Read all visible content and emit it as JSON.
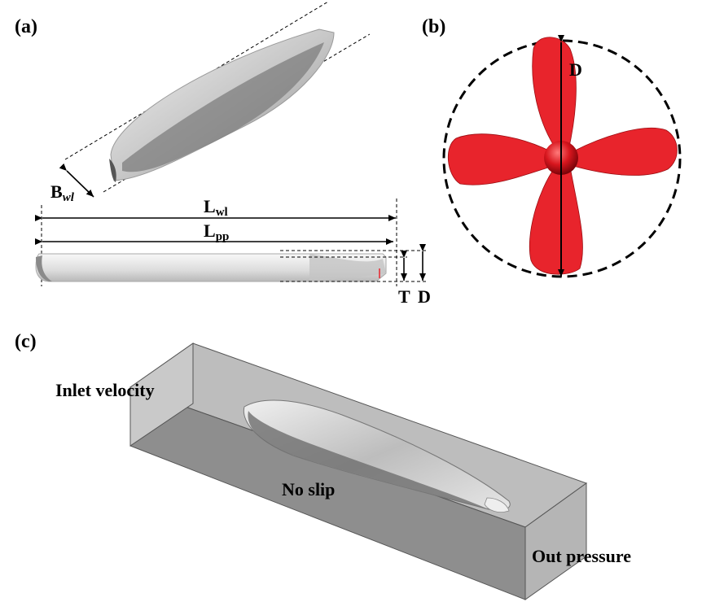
{
  "panels": {
    "a": "(a)",
    "b": "(b)",
    "c": "(c)"
  },
  "ship_dimensions": {
    "beam": {
      "main": "B",
      "sub": "wl"
    },
    "waterline_length": {
      "main": "L",
      "sub": "wl"
    },
    "perpendicular_length": {
      "main": "L",
      "sub": "pp"
    },
    "draft": "T",
    "depth": "D"
  },
  "propeller": {
    "diameter": "D",
    "blade_color": "#e8242c"
  },
  "domain_boundaries": {
    "inlet": "Inlet velocity",
    "wall": "No slip",
    "outlet": "Out pressure"
  }
}
